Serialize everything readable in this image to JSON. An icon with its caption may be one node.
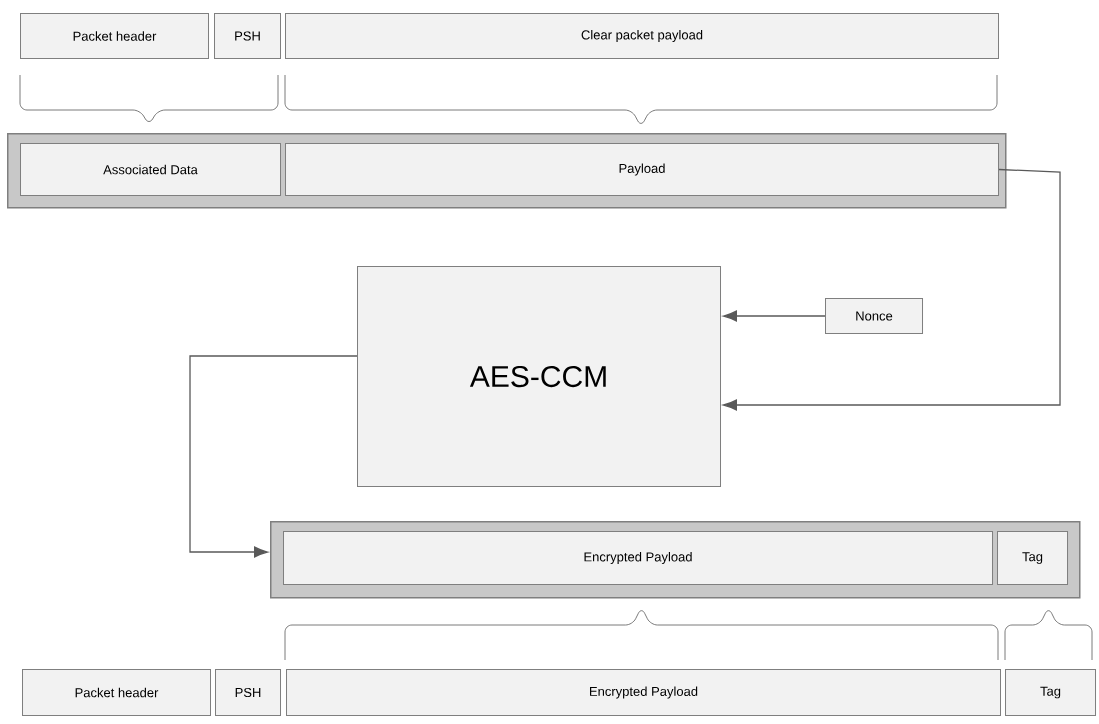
{
  "diagram": {
    "nodes": [
      {
        "text": [
          "Packet header"
        ]
      },
      {
        "text": [
          "PSH"
        ]
      },
      {
        "text": [
          "Clear packet payload"
        ]
      },
      {
        "text": [],
        "shape": "box"
      },
      {
        "text": [
          "Associated Data"
        ],
        "in": 3
      },
      {
        "text": [
          "Payload"
        ],
        "in": 3
      },
      {
        "text": [
          "AES-CCM"
        ]
      },
      {
        "text": [
          "Nonce"
        ]
      },
      {
        "text": [],
        "shape": "box"
      },
      {
        "text": [
          "Encrypted Payload"
        ],
        "in": 8
      },
      {
        "text": [
          "Tag"
        ],
        "in": 8
      },
      {
        "text": [
          "Packet header"
        ]
      },
      {
        "text": [
          "PSH"
        ]
      },
      {
        "text": [
          "Encrypted Payload"
        ]
      },
      {
        "text": [
          "Tag"
        ]
      }
    ],
    "edges": [
      {
        "from": 5,
        "to": 6,
        "arrow": "to"
      },
      {
        "from": 7,
        "to": 6,
        "arrow": "to"
      },
      {
        "from": 6,
        "to": 8,
        "arrow": "to"
      }
    ]
  }
}
